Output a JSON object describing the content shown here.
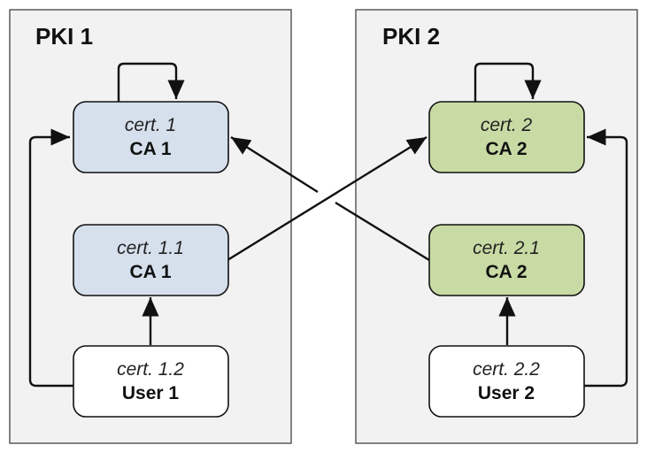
{
  "colors": {
    "panel_bg": "#f2f2f2",
    "ca1_fill": "#d6e0ed",
    "ca2_fill": "#c9dba5",
    "user_fill": "#ffffff",
    "line": "#111111"
  },
  "panels": [
    {
      "title": "PKI 1"
    },
    {
      "title": "PKI 2"
    }
  ],
  "nodes": {
    "ca1_root": {
      "cert": "cert. 1",
      "entity": "CA 1"
    },
    "ca1_sub": {
      "cert": "cert. 1.1",
      "entity": "CA 1"
    },
    "user1": {
      "cert": "cert. 1.2",
      "entity": "User 1"
    },
    "ca2_root": {
      "cert": "cert. 2",
      "entity": "CA 2"
    },
    "ca2_sub": {
      "cert": "cert. 2.1",
      "entity": "CA 2"
    },
    "user2": {
      "cert": "cert. 2.2",
      "entity": "User 2"
    }
  },
  "edges": [
    {
      "from": "ca1_root",
      "to": "ca1_root",
      "kind": "self-signed"
    },
    {
      "from": "ca2_root",
      "to": "ca2_root",
      "kind": "self-signed"
    },
    {
      "from": "user1",
      "to": "ca1_sub"
    },
    {
      "from": "user1",
      "to": "ca1_root"
    },
    {
      "from": "user2",
      "to": "ca2_sub"
    },
    {
      "from": "user2",
      "to": "ca2_root"
    },
    {
      "from": "ca1_sub",
      "to": "ca2_root",
      "kind": "cross-certification"
    },
    {
      "from": "ca2_sub",
      "to": "ca1_root",
      "kind": "cross-certification"
    }
  ]
}
